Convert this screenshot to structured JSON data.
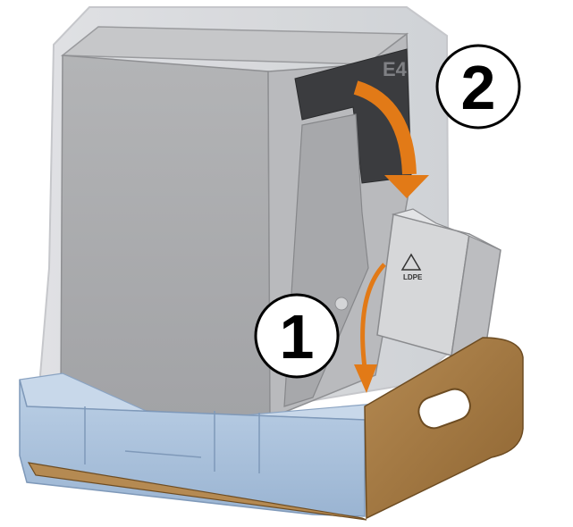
{
  "figure": {
    "model_label": "E4",
    "recycling_mark": "LDPE",
    "steps": [
      {
        "number": "1",
        "arrow_color": "#e27a17"
      },
      {
        "number": "2",
        "arrow_color": "#e27a17"
      }
    ]
  },
  "colors": {
    "bag_tint": "#d3d5d9",
    "printer_body": "#a8a9ab",
    "display_panel": "#3b3c3f",
    "foam_tray": "#a9bfd9",
    "cardboard": "#a0753f",
    "step_circle_stroke": "#000000"
  }
}
